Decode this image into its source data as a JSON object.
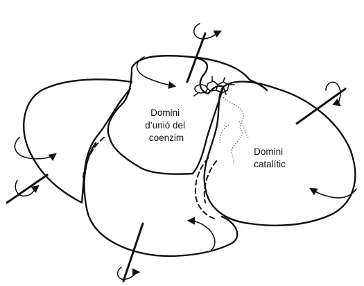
{
  "labels": {
    "coenzyme_domain": [
      "Domini",
      "d’unió del",
      "coenzim"
    ],
    "catalytic_domain": [
      "Domini",
      "catalític"
    ]
  },
  "colors": {
    "ink": "#111111",
    "background": "#ffffff"
  },
  "icons": [
    "rotation-axis-icon",
    "curved-arrow-icon",
    "cofactor-molecule-icon"
  ]
}
